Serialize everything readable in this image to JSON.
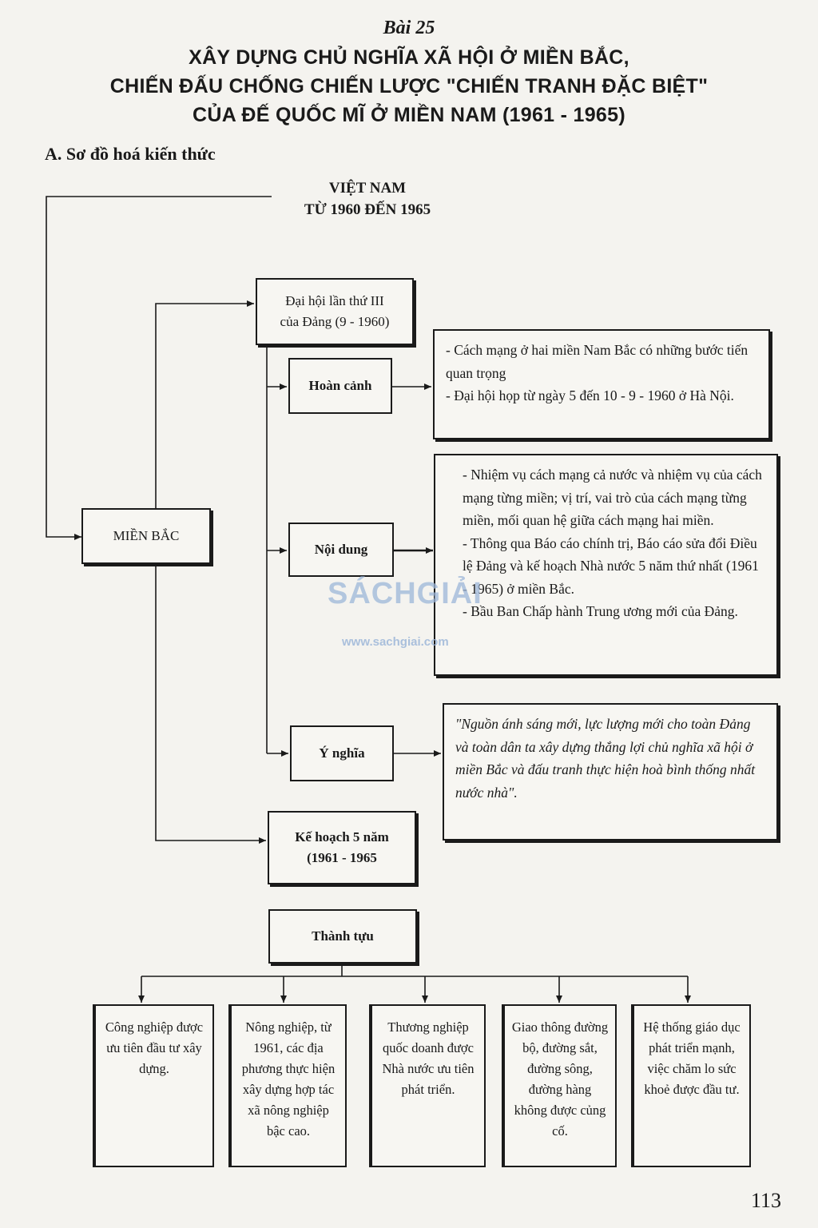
{
  "header": {
    "lesson": "Bài 25",
    "title_lines": [
      "XÂY DỰNG CHỦ NGHĨA XÃ HỘI Ở MIỀN BẮC,",
      "CHIẾN ĐẤU CHỐNG CHIẾN LƯỢC \"CHIẾN TRANH ĐẶC BIỆT\"",
      "CỦA ĐẾ QUỐC MĨ Ở MIỀN NAM (1961 - 1965)"
    ],
    "section": "A. Sơ đồ hoá kiến thức"
  },
  "diagram": {
    "root": {
      "line1": "VIỆT NAM",
      "line2": "TỪ 1960 ĐẾN 1965"
    },
    "mien_bac": "MIỀN BẮC",
    "dai_hoi": {
      "line1": "Đại hội lần thứ III",
      "line2": "của Đảng (9 - 1960)"
    },
    "hoan_canh": {
      "label": "Hoàn cảnh",
      "items": [
        "- Cách mạng ở hai miền Nam Bắc có những bước tiến quan trọng",
        "- Đại hội họp từ ngày 5 đến 10 - 9 - 1960 ở Hà Nội."
      ]
    },
    "noi_dung": {
      "label": "Nội dung",
      "items": [
        "- Nhiệm vụ cách mạng cả nước và nhiệm vụ của cách mạng từng miền; vị trí, vai trò của cách mạng từng miền, mối quan hệ giữa cách mạng hai miền.",
        "- Thông qua Báo cáo chính trị, Báo cáo sửa đổi Điều lệ Đảng và kế hoạch Nhà nước 5 năm thứ nhất (1961 - 1965) ở miền Bắc.",
        "- Bầu Ban Chấp hành Trung ương mới của Đảng."
      ]
    },
    "y_nghia": {
      "label": "Ý nghĩa",
      "quote": "\"Nguồn ánh sáng mới, lực lượng mới cho toàn Đảng và toàn dân ta xây dựng thắng lợi chủ nghĩa xã hội ở miền Bắc và đấu tranh thực hiện hoà bình thống nhất nước nhà\"."
    },
    "ke_hoach": {
      "line1": "Kế hoạch 5 năm",
      "line2": "(1961 - 1965"
    },
    "thanh_tuu": {
      "label": "Thành tựu",
      "items": [
        "Công nghiệp được ưu tiên đầu tư xây dựng.",
        "Nông nghiệp, từ 1961, các địa phương thực hiện xây dựng hợp tác xã nông nghiệp bậc cao.",
        "Thương nghiệp quốc doanh được Nhà nước ưu tiên phát triển.",
        "Giao thông đường bộ, đường sắt, đường sông, đường hàng không được củng cố.",
        "Hệ thống giáo dục phát triển mạnh, việc chăm lo sức khoẻ được đầu tư."
      ]
    }
  },
  "watermark": {
    "logo": "SÁCHGIẢI",
    "url": "www.sachgiai.com"
  },
  "page_number": "113"
}
